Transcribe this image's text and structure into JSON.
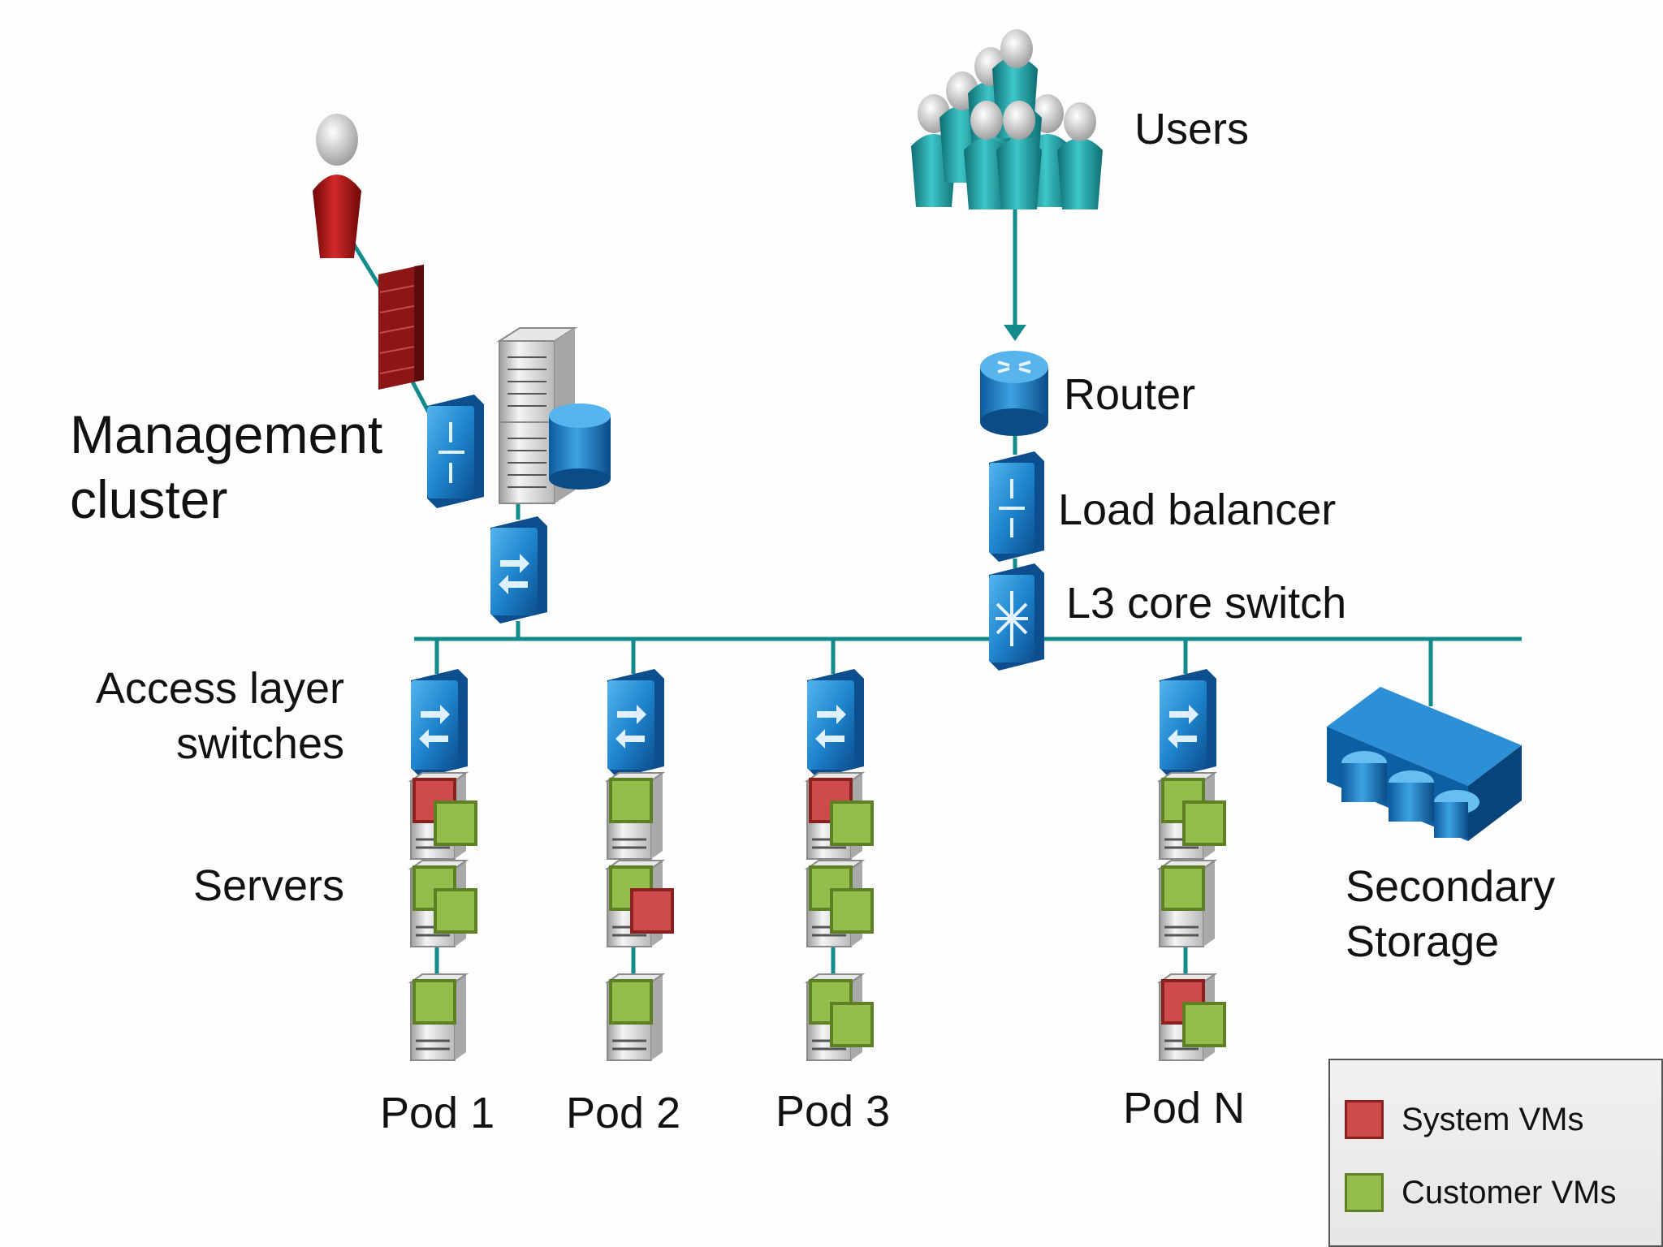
{
  "labels": {
    "users": "Users",
    "router": "Router",
    "load_balancer": "Load balancer",
    "core_switch": "L3 core switch",
    "management_line1": "Management",
    "management_line2": "cluster",
    "access_line1": "Access layer",
    "access_line2": "switches",
    "servers": "Servers",
    "storage_line1": "Secondary",
    "storage_line2": "Storage"
  },
  "pods": [
    {
      "name": "Pod 1",
      "vms": [
        [
          "system",
          "customer"
        ],
        [
          "customer",
          "customer"
        ],
        [
          "customer"
        ]
      ]
    },
    {
      "name": "Pod 2",
      "vms": [
        [
          "customer"
        ],
        [
          "customer",
          "system"
        ],
        [
          "customer"
        ]
      ]
    },
    {
      "name": "Pod 3",
      "vms": [
        [
          "system",
          "customer"
        ],
        [
          "customer",
          "customer"
        ],
        [
          "customer",
          "customer"
        ]
      ]
    },
    {
      "name": "Pod N",
      "vms": [
        [
          "customer",
          "customer"
        ],
        [
          "customer"
        ],
        [
          "system",
          "customer"
        ]
      ]
    }
  ],
  "legend": [
    {
      "label": "System VMs",
      "kind": "system"
    },
    {
      "label": "Customer VMs",
      "kind": "customer"
    }
  ],
  "colors": {
    "connector": "#138b8d",
    "switch": "#1f86cf",
    "system_vm": "#cf4a4a",
    "customer_vm": "#93be4d",
    "user_body": "#1b9b9f",
    "admin_body": "#9e1010",
    "firewall": "#8c1616"
  },
  "icons": {
    "users": "people-group-icon",
    "admin": "admin-user-icon",
    "firewall": "firewall-icon",
    "router": "router-icon",
    "load_balancer": "load-balancer-icon",
    "core_switch": "core-switch-icon",
    "access_switch": "access-switch-icon",
    "server": "server-icon",
    "database": "database-icon",
    "storage": "storage-array-icon"
  }
}
